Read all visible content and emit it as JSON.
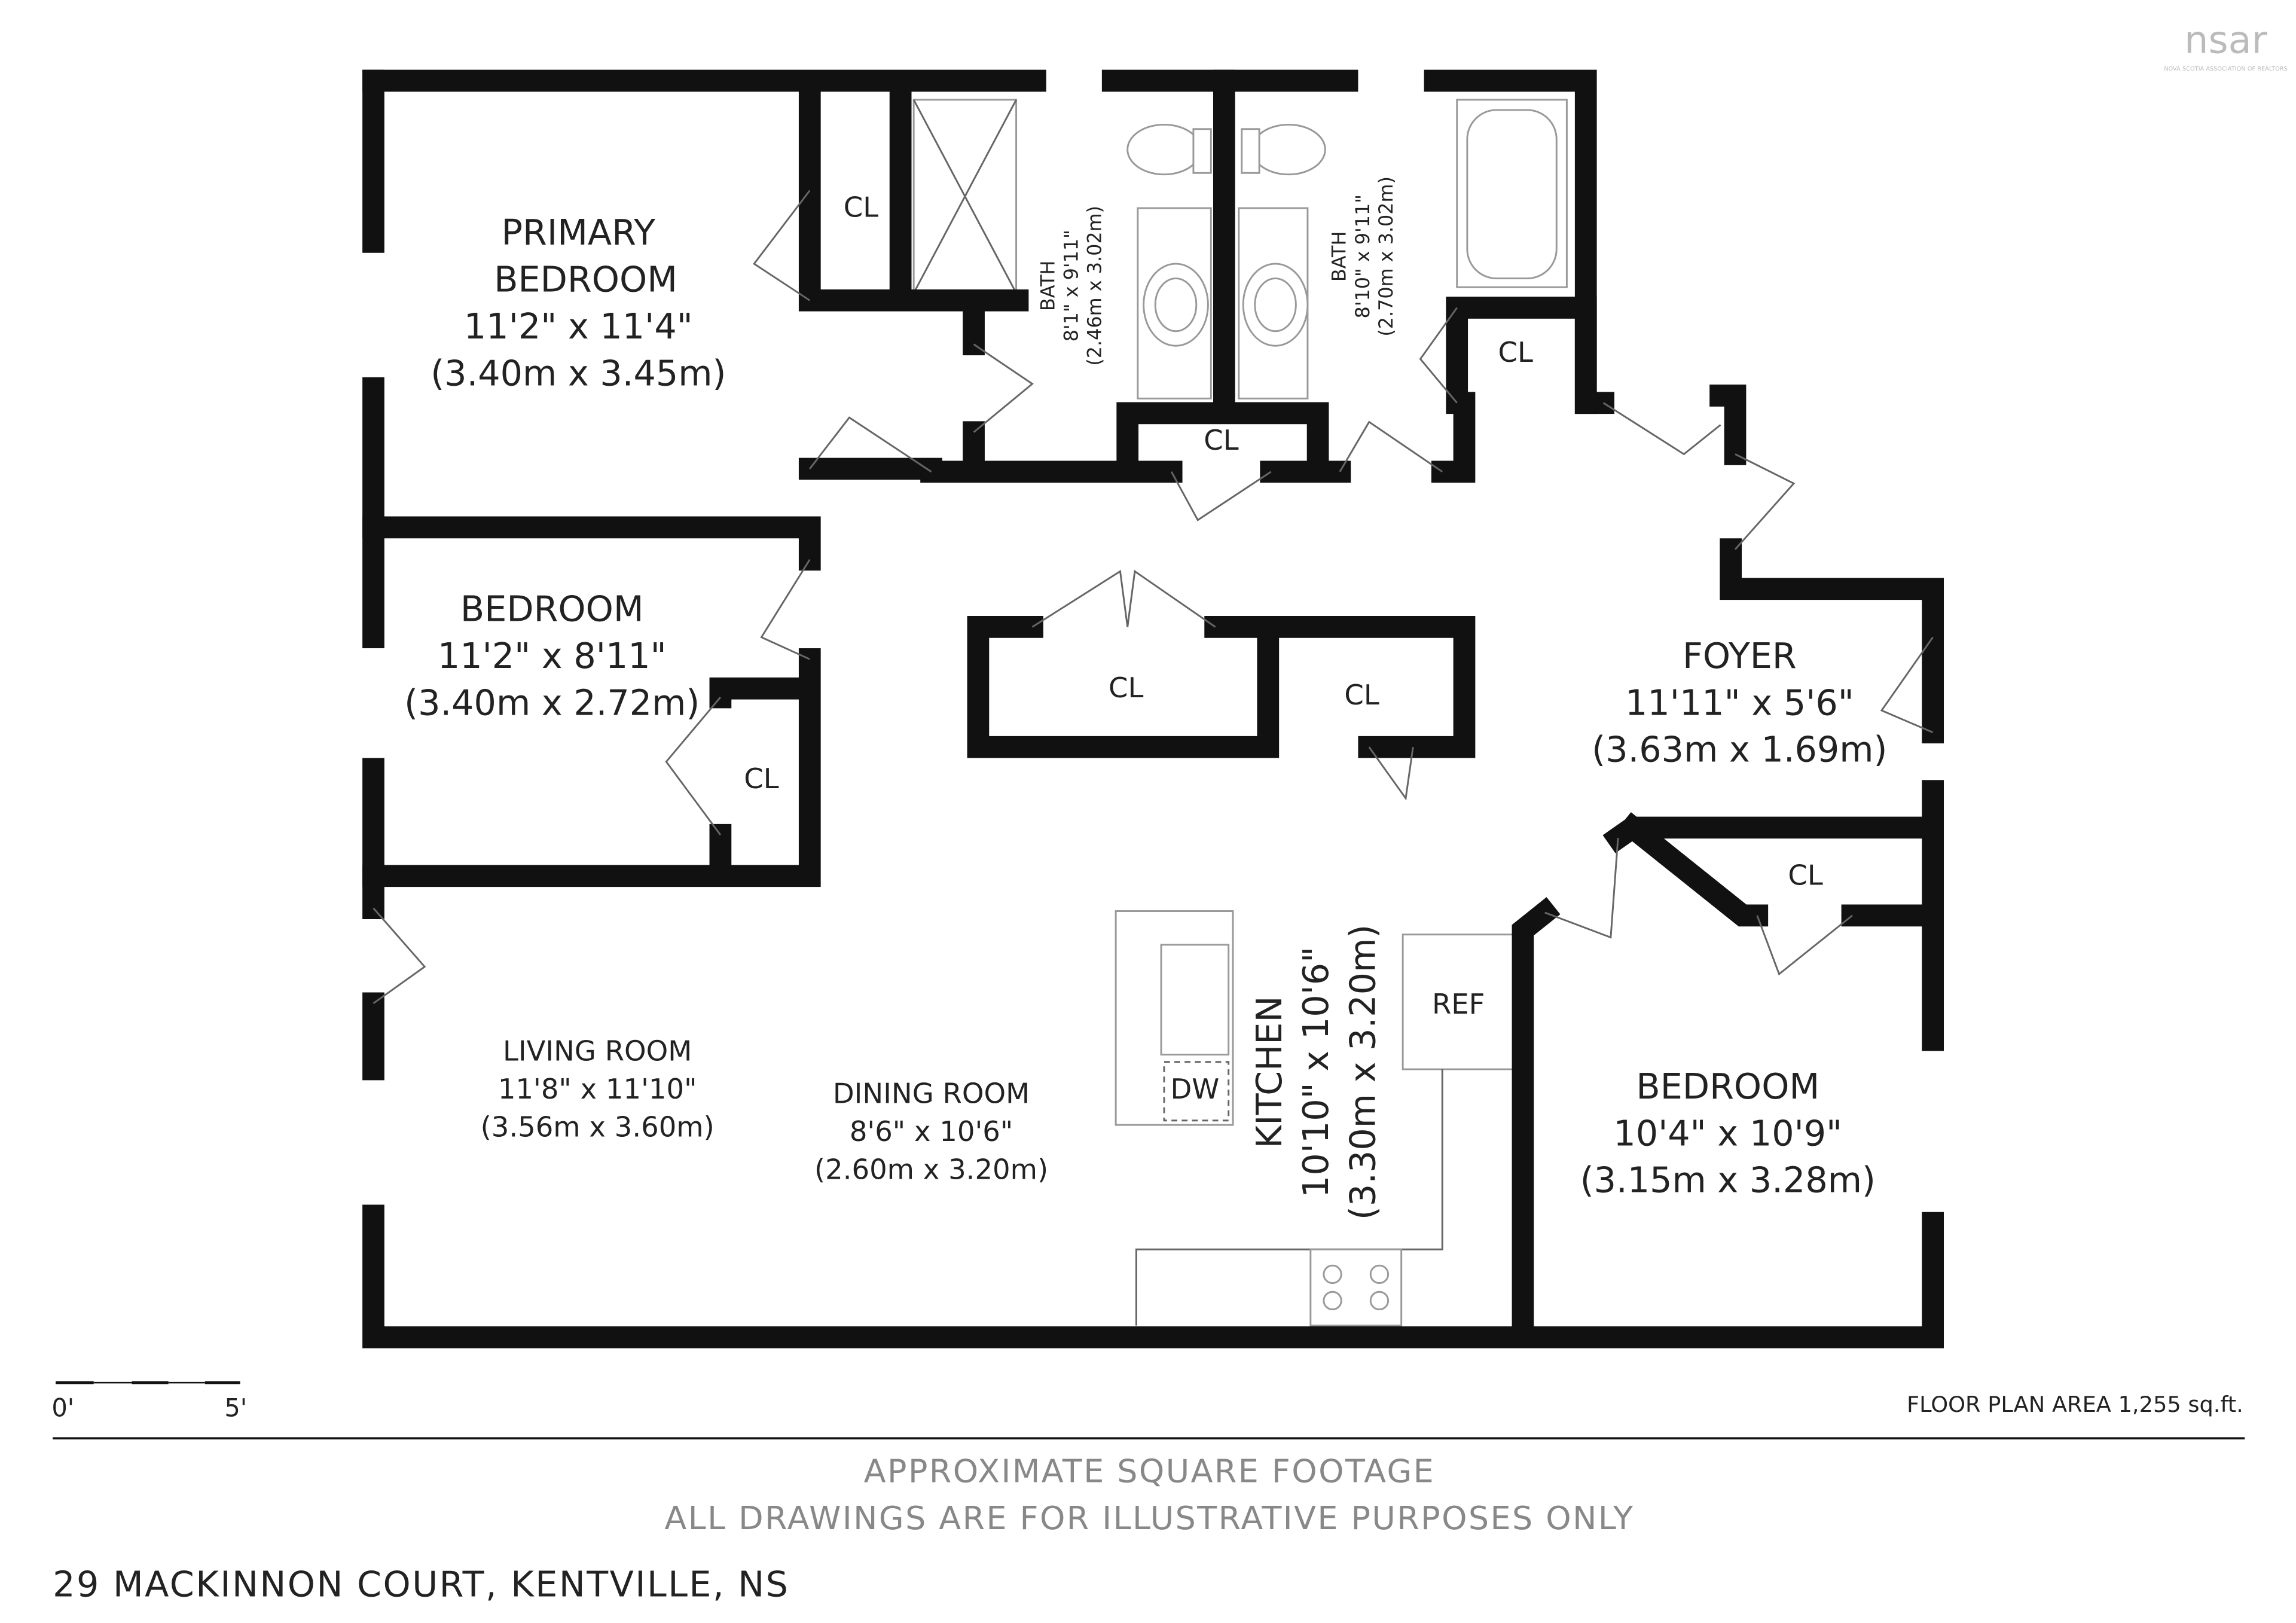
{
  "logo": {
    "text": "nsar",
    "subtitle": "NOVA SCOTIA ASSOCIATION OF REALTORS"
  },
  "rooms": {
    "primary_bedroom": {
      "name1": "PRIMARY",
      "name2": "BEDROOM",
      "imperial": "11'2\" x 11'4\"",
      "metric": "(3.40m x 3.45m)"
    },
    "bedroom2": {
      "name": "BEDROOM",
      "imperial": "11'2\" x 8'11\"",
      "metric": "(3.40m x 2.72m)"
    },
    "bath1": {
      "name": "BATH",
      "imperial": "8'1\" x 9'11\"",
      "metric": "(2.46m x 3.02m)"
    },
    "bath2": {
      "name": "BATH",
      "imperial": "8'10\" x 9'11\"",
      "metric": "(2.70m x 3.02m)"
    },
    "foyer": {
      "name": "FOYER",
      "imperial": "11'11\" x 5'6\"",
      "metric": "(3.63m x 1.69m)"
    },
    "living": {
      "name": "LIVING ROOM",
      "imperial": "11'8\" x 11'10\"",
      "metric": "(3.56m x 3.60m)"
    },
    "dining": {
      "name": "DINING ROOM",
      "imperial": "8'6\" x 10'6\"",
      "metric": "(2.60m x 3.20m)"
    },
    "kitchen": {
      "name": "KITCHEN",
      "imperial": "10'10\" x 10'6\"",
      "metric": "(3.30m x 3.20m)"
    },
    "bedroom3": {
      "name": "BEDROOM",
      "imperial": "10'4\" x 10'9\"",
      "metric": "(3.15m x 3.28m)"
    }
  },
  "closet_label": "CL",
  "fixtures": {
    "refrigerator": "REF",
    "dishwasher": "DW"
  },
  "scale": {
    "start": "0'",
    "end": "5'"
  },
  "area": "FLOOR PLAN AREA 1,255 sq.ft.",
  "disclaimer1": "APPROXIMATE SQUARE FOOTAGE",
  "disclaimer2": "ALL DRAWINGS ARE FOR ILLUSTRATIVE PURPOSES ONLY",
  "address": "29 MACKINNON COURT, KENTVILLE, NS"
}
